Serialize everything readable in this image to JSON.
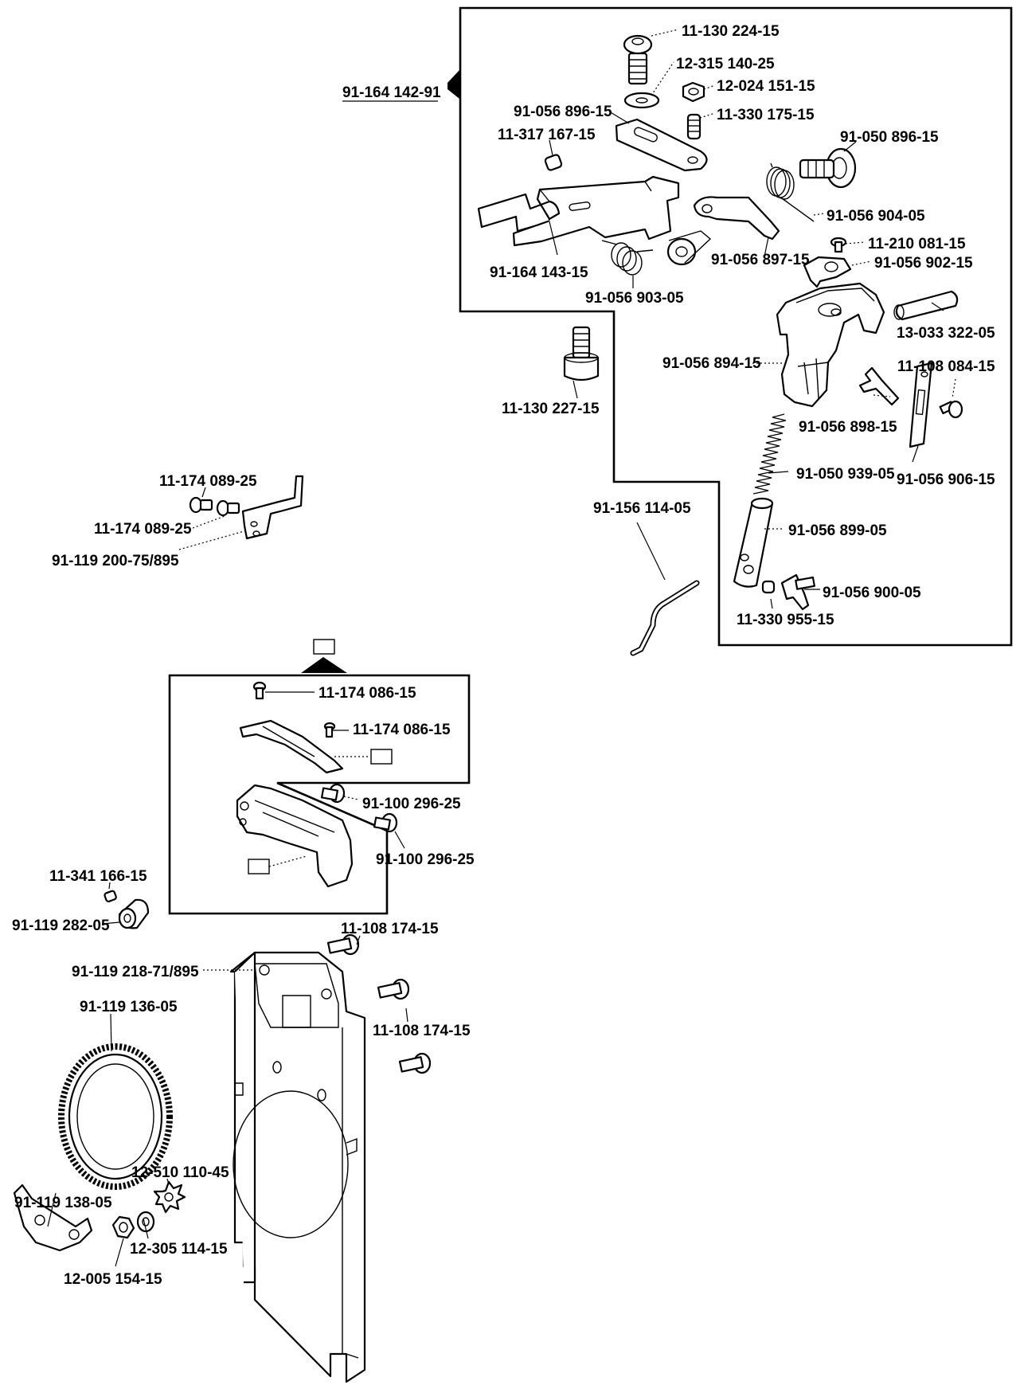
{
  "assembly_ref": "91-164 142-91",
  "labels": {
    "l1": "11-130 224-15",
    "l2": "12-315 140-25",
    "l3": "12-024 151-15",
    "l4": "91-056 896-15",
    "l5": "11-330 175-15",
    "l6": "11-317 167-15",
    "l7": "91-050 896-15",
    "l8": "91-056 904-05",
    "l9": "11-210 081-15",
    "l10": "91-056 902-15",
    "l11": "91-164 143-15",
    "l12": "91-056 897-15",
    "l13": "91-056 903-05",
    "l14": "13-033 322-05",
    "l15": "91-056 894-15",
    "l16": "11-108 084-15",
    "l17": "11-130 227-15",
    "l18": "91-056 898-15",
    "l19": "91-050 939-05",
    "l20": "91-056 906-15",
    "l21": "91-156 114-05",
    "l22": "91-056 899-05",
    "l23": "91-056 900-05",
    "l24": "11-330 955-15",
    "l25": "11-174 089-25",
    "l26": "11-174 089-25",
    "l27": "91-119 200-75/895",
    "l28": "11-174 086-15",
    "l29": "11-174 086-15",
    "l30": "91-100 296-25",
    "l31": "91-100 296-25",
    "l32": "11-341 166-15",
    "l33": "91-119 282-05",
    "l34": "11-108 174-15",
    "l35": "91-119 218-71/895",
    "l36": "91-119 136-05",
    "l37": "11-108 174-15",
    "l38": "12-510 110-45",
    "l39": "91-119 138-05",
    "l40": "12-305 114-15",
    "l41": "12-005 154-15"
  }
}
